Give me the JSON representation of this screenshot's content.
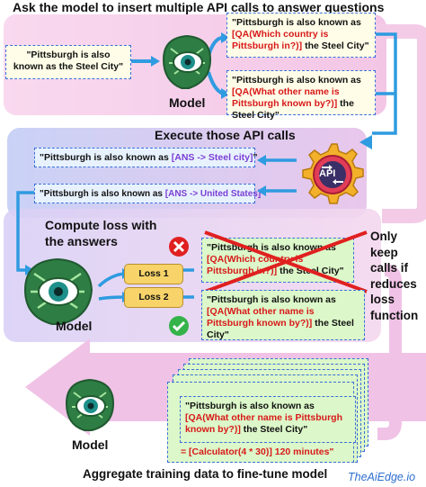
{
  "titles": {
    "top": "Ask the model to insert multiple API calls to answer questions",
    "execute": "Execute those API calls",
    "compute_line1": "Compute loss with",
    "compute_line2": "the answers",
    "only_keep": [
      "Only keep",
      "calls if",
      "reduces",
      "loss",
      "function"
    ],
    "aggregate": "Aggregate training data to fine-tune model",
    "brand": "TheAiEdge.io"
  },
  "input_text": "\"Pittsburgh is also known as the Steel City\"",
  "model_label": "Model",
  "api_label": "API",
  "section1": {
    "box1": {
      "pre": "\"Pittsburgh is also known as ",
      "call": "[QA(Which country is Pittsburgh in?)]",
      "post": " the Steel City\""
    },
    "box2": {
      "pre": "\"Pittsburgh is also known as ",
      "call": "[QA(What other name is Pittsburgh known by?)]",
      "post": " the Steel City\""
    }
  },
  "section2": {
    "box1": {
      "pre": "\"Pittsburgh is also known as ",
      "ans": "[ANS -> Steel city]",
      "post": "\""
    },
    "box2": {
      "pre": "\"Pittsburgh is also known as ",
      "ans": "[ANS -> United States]",
      "post": "\""
    }
  },
  "section3": {
    "loss1": "Loss 1",
    "loss2": "Loss 2",
    "rejected": {
      "pre": "\"Pittsburgh is also known as ",
      "call": "[QA(Which country is Pittsburgh in?)]",
      "post": " the Steel City\""
    },
    "kept": {
      "pre": "\"Pittsburgh is also known as ",
      "call": "[QA(What other name is Pittsburgh known by?)]",
      "post": " the Steel City\""
    }
  },
  "section4": {
    "front": {
      "pre": "\"Pittsburgh is also known as ",
      "call": "[QA(What other name is Pittsburgh known by?)]",
      "post": " the Steel City\""
    },
    "back_line": "= [Calculator(4 * 30)] 120 minutes\""
  },
  "colors": {
    "call_red": "#d81919",
    "ans_purple": "#7b3fd4",
    "arrow_blue": "#2f9be0",
    "pink_band": "#f6c9e8",
    "lavender_band": "#d6dbf7",
    "cross_red": "#e02020",
    "check_green": "#34b34a"
  }
}
